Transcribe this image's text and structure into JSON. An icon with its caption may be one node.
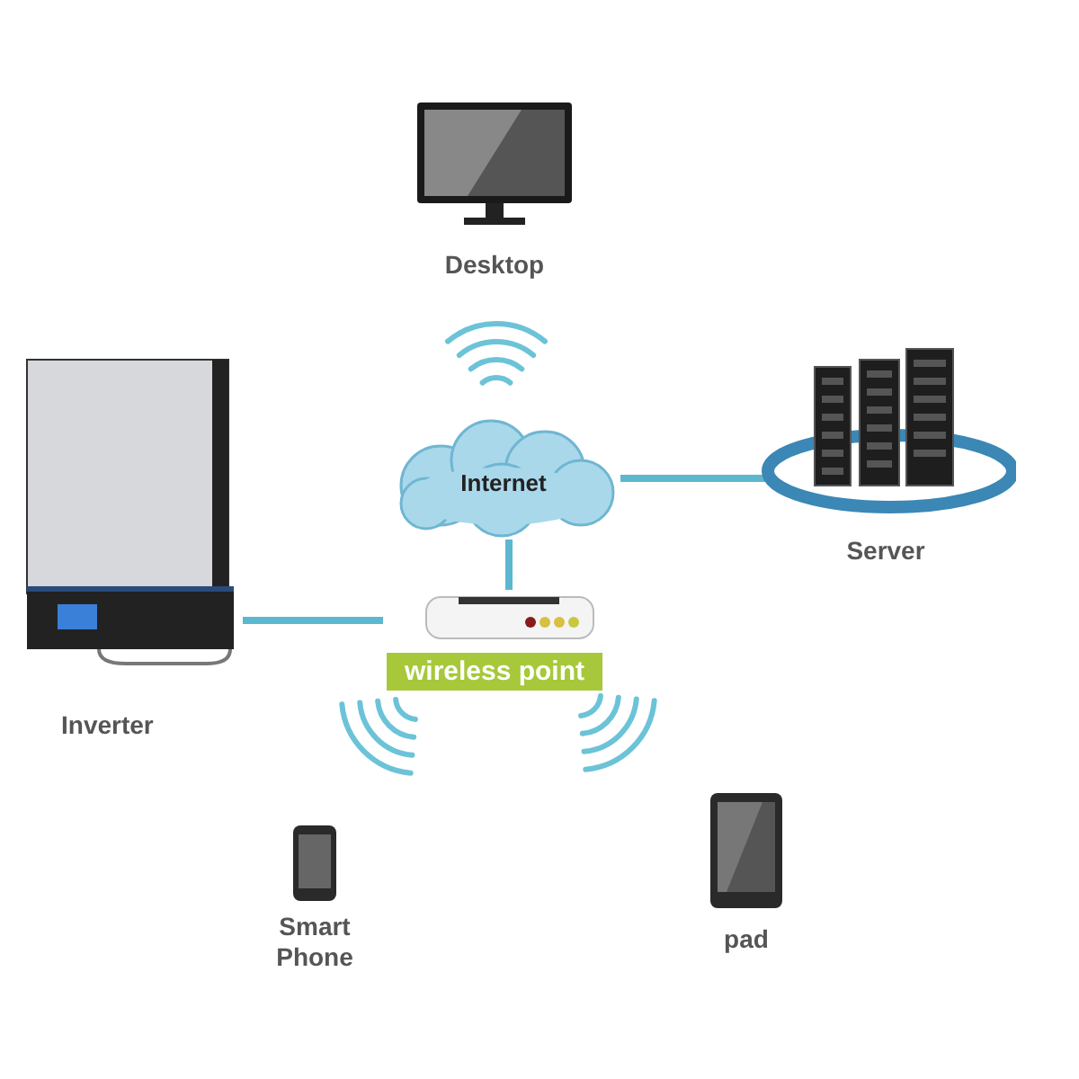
{
  "diagram": {
    "nodes": [
      {
        "text": [
          "Desktop"
        ]
      },
      {
        "text": [
          "Internet"
        ]
      },
      {
        "text": [
          "Server"
        ]
      },
      {
        "text": [
          "Inverter"
        ]
      },
      {
        "text": [
          "wireless point"
        ]
      },
      {
        "text": [
          "Smart Phone"
        ]
      },
      {
        "text": [
          "pad"
        ]
      }
    ],
    "edges": [
      {
        "from": 1,
        "to": 2,
        "arrow": "none"
      },
      {
        "from": 1,
        "to": 4,
        "arrow": "none"
      },
      {
        "from": 3,
        "to": 4,
        "arrow": "none"
      }
    ]
  }
}
